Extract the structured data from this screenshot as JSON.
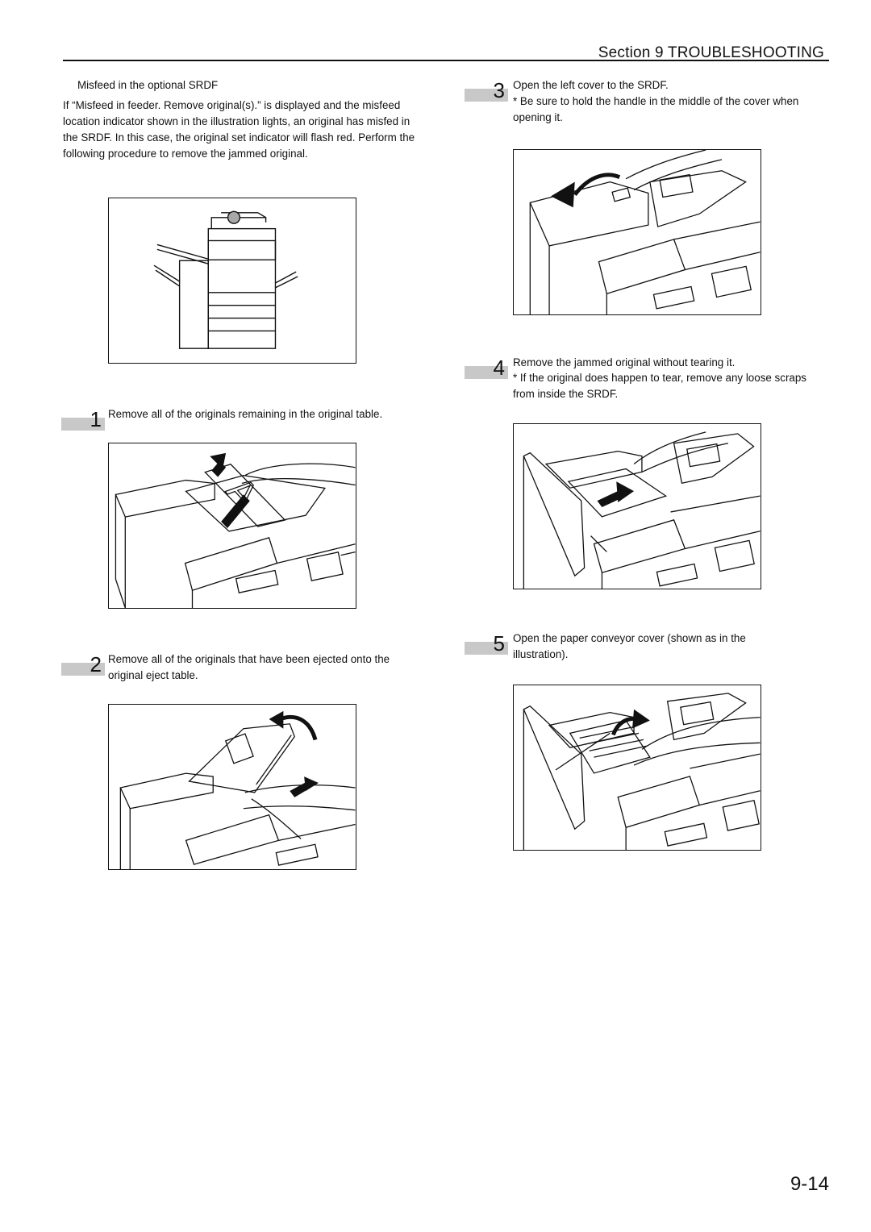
{
  "header": {
    "section": "Section 9  TROUBLESHOOTING"
  },
  "intro": {
    "heading": "Misfeed in the optional SRDF",
    "paragraph": "If “Misfeed in feeder. Remove original(s).” is displayed and the misfeed location indicator shown in the illustration lights, an original has misfed in the SRDF. In this case, the original set indicator will flash red. Perform the following procedure to remove the jammed original."
  },
  "steps": [
    {
      "number": "1",
      "text": "Remove all of the originals remaining in the original table.",
      "note": ""
    },
    {
      "number": "2",
      "text": "Remove all of the originals that have been ejected onto the original eject table.",
      "note": ""
    },
    {
      "number": "3",
      "text": "Open the left cover to the SRDF.",
      "note": "* Be sure to hold the handle in the middle of the cover when opening it."
    },
    {
      "number": "4",
      "text": "Remove the jammed original without tearing it.",
      "note": "* If the original does happen to tear, remove any loose scraps from inside the SRDF."
    },
    {
      "number": "5",
      "text": "Open the paper conveyor cover (shown as      in the illustration).",
      "note": ""
    }
  ],
  "page_number": "9-14"
}
